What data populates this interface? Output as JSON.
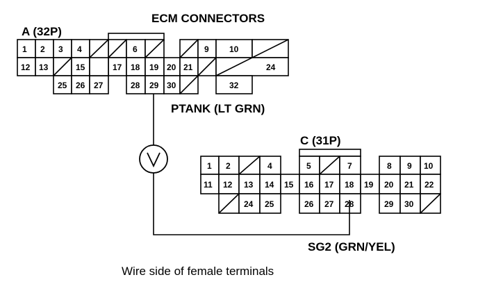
{
  "title": "ECM CONNECTORS",
  "connector_a": {
    "label": "A (32P)",
    "rows": [
      [
        "1",
        "2",
        "3",
        "4",
        "",
        "",
        "6",
        "",
        "",
        "9",
        "10",
        ""
      ],
      [
        "12",
        "13",
        "",
        "15",
        "17",
        "18",
        "19",
        "20",
        "21",
        "",
        "",
        "24"
      ],
      [
        "25",
        "26",
        "27",
        "28",
        "29",
        "30",
        "32"
      ]
    ],
    "blocked_cells": [
      "row1-gap",
      "5",
      "7",
      "8",
      "11",
      "row2-14",
      "16",
      "22",
      "23",
      "31"
    ]
  },
  "connector_c": {
    "label": "C (31P)",
    "rows": [
      [
        "1",
        "2",
        "",
        "4",
        "5",
        "",
        "7",
        "8",
        "9",
        "10"
      ],
      [
        "11",
        "12",
        "13",
        "14",
        "15",
        "16",
        "17",
        "18",
        "19",
        "20",
        "21",
        "22"
      ],
      [
        "",
        "24",
        "25",
        "26",
        "27",
        "28",
        "29",
        "30",
        ""
      ]
    ]
  },
  "wires": {
    "ptank": "PTANK (LT GRN)",
    "sg2": "SG2 (GRN/YEL)"
  },
  "meter": {
    "symbol": "V",
    "icon": "voltmeter-icon"
  },
  "caption": "Wire side of female terminals"
}
